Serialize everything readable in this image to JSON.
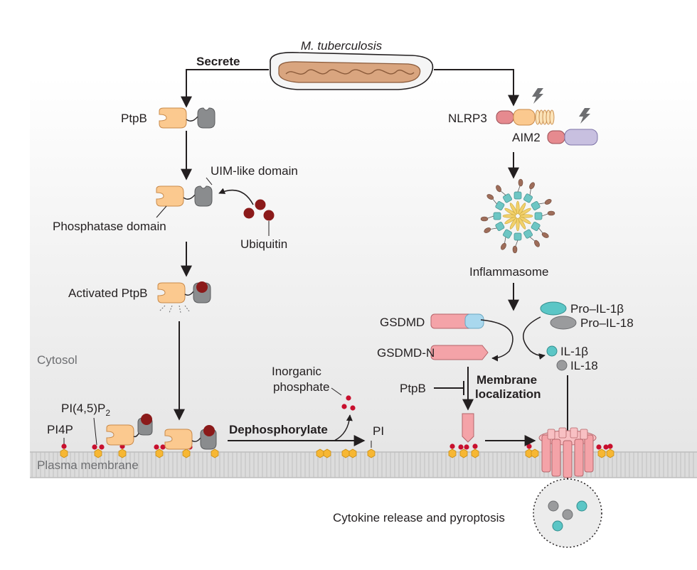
{
  "labels": {
    "pathogen": "M. tuberculosis",
    "secrete": "Secrete",
    "ptpb": "PtpB",
    "uim_domain": "UIM-like domain",
    "phosphatase_domain": "Phosphatase domain",
    "ubiquitin": "Ubiquitin",
    "activated_ptpb": "Activated PtpB",
    "cytosol": "Cytosol",
    "pi45p2_main": "PI(4,5)P",
    "pi45p2_sub": "2",
    "pi4p": "PI4P",
    "inorganic_line1": "Inorganic",
    "inorganic_line2": "phosphate",
    "dephosphorylate": "Dephosphorylate",
    "pi": "PI",
    "plasma_membrane": "Plasma membrane",
    "nlrp3": "NLRP3",
    "aim2": "AIM2",
    "inflammasome": "Inflammasome",
    "gsdmd": "GSDMD",
    "gsdmd_n": "GSDMD-N",
    "pro_il1b": "Pro–IL-1β",
    "pro_il18": "Pro–IL-18",
    "il1b": "IL-1β",
    "il18": "IL-18",
    "ptpb_inhibitor": "PtpB",
    "membrane_loc_line1": "Membrane",
    "membrane_loc_line2": "localization",
    "cytokine_release": "Cytokine release and pyroptosis"
  },
  "colors": {
    "ptpb_orange": "#fbc98f",
    "uim_gray": "#8a8c8e",
    "ubiquitin_red": "#8b1a1a",
    "phosphate_red": "#c8102e",
    "phosphate_yellow": "#f7b733",
    "gsdmd_pink": "#f4a3a8",
    "gsdmd_blue": "#a9d8ee",
    "il1b_teal": "#5bc6c6",
    "il18_gray": "#9a9b9d",
    "aim2_purple": "#c8c0e0",
    "inflammasome_yellow": "#f2d16b",
    "inflammasome_teal": "#6ec6c4",
    "inflammasome_brown": "#9e6d5a",
    "bacterium_tan": "#d9a57f"
  },
  "icons": {
    "lightning_nlrp3": "lightning-icon",
    "lightning_aim2": "lightning-icon"
  }
}
